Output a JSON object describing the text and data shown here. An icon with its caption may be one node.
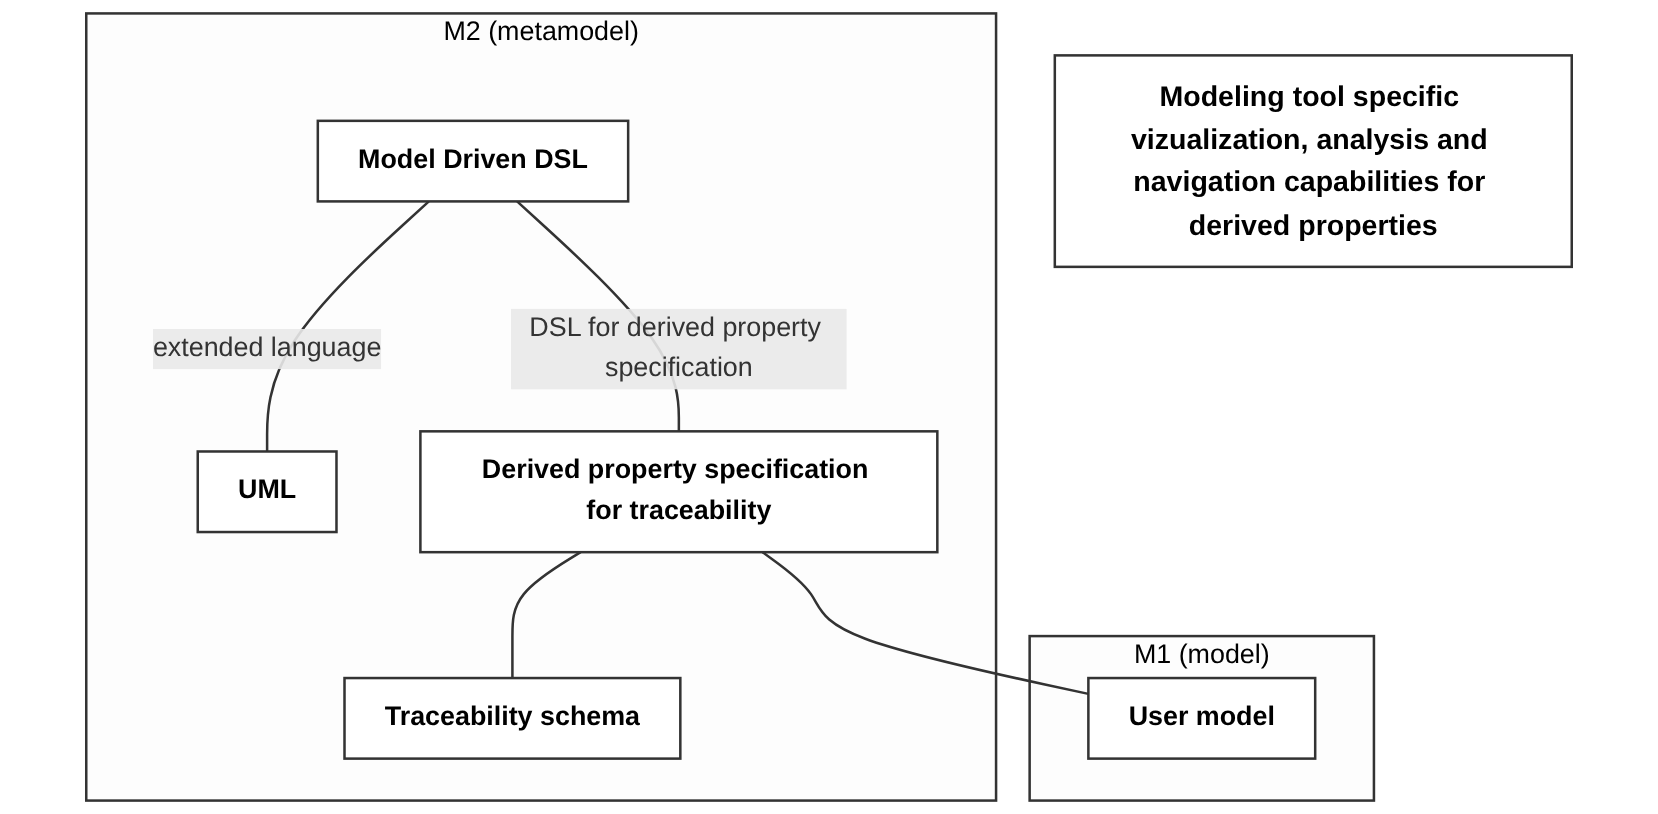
{
  "diagram": {
    "nodes": [
      {
        "text": [
          "M2 (metamodel)"
        ]
      },
      {
        "text": [
          "Model Driven DSL"
        ],
        "in": 0
      },
      {
        "text": [
          "UML"
        ],
        "in": 0
      },
      {
        "text": [
          "Derived property specification for traceability"
        ],
        "in": 0
      },
      {
        "text": [
          "Traceability schema"
        ],
        "in": 0
      },
      {
        "text": [
          "M1 (model)"
        ]
      },
      {
        "text": [
          "User model"
        ],
        "in": 5
      },
      {
        "text": [
          "Modeling tool specific vizualization, analysis and navigation capabilities for derived properties"
        ]
      }
    ],
    "edges": [
      {
        "from": 1,
        "to": 2,
        "arrow": "none",
        "label": "extended language"
      },
      {
        "from": 1,
        "to": 3,
        "arrow": "none",
        "label": "DSL for derived property specification"
      },
      {
        "from": 3,
        "to": 4,
        "arrow": "none"
      },
      {
        "from": 3,
        "to": 6,
        "arrow": "none"
      }
    ]
  }
}
